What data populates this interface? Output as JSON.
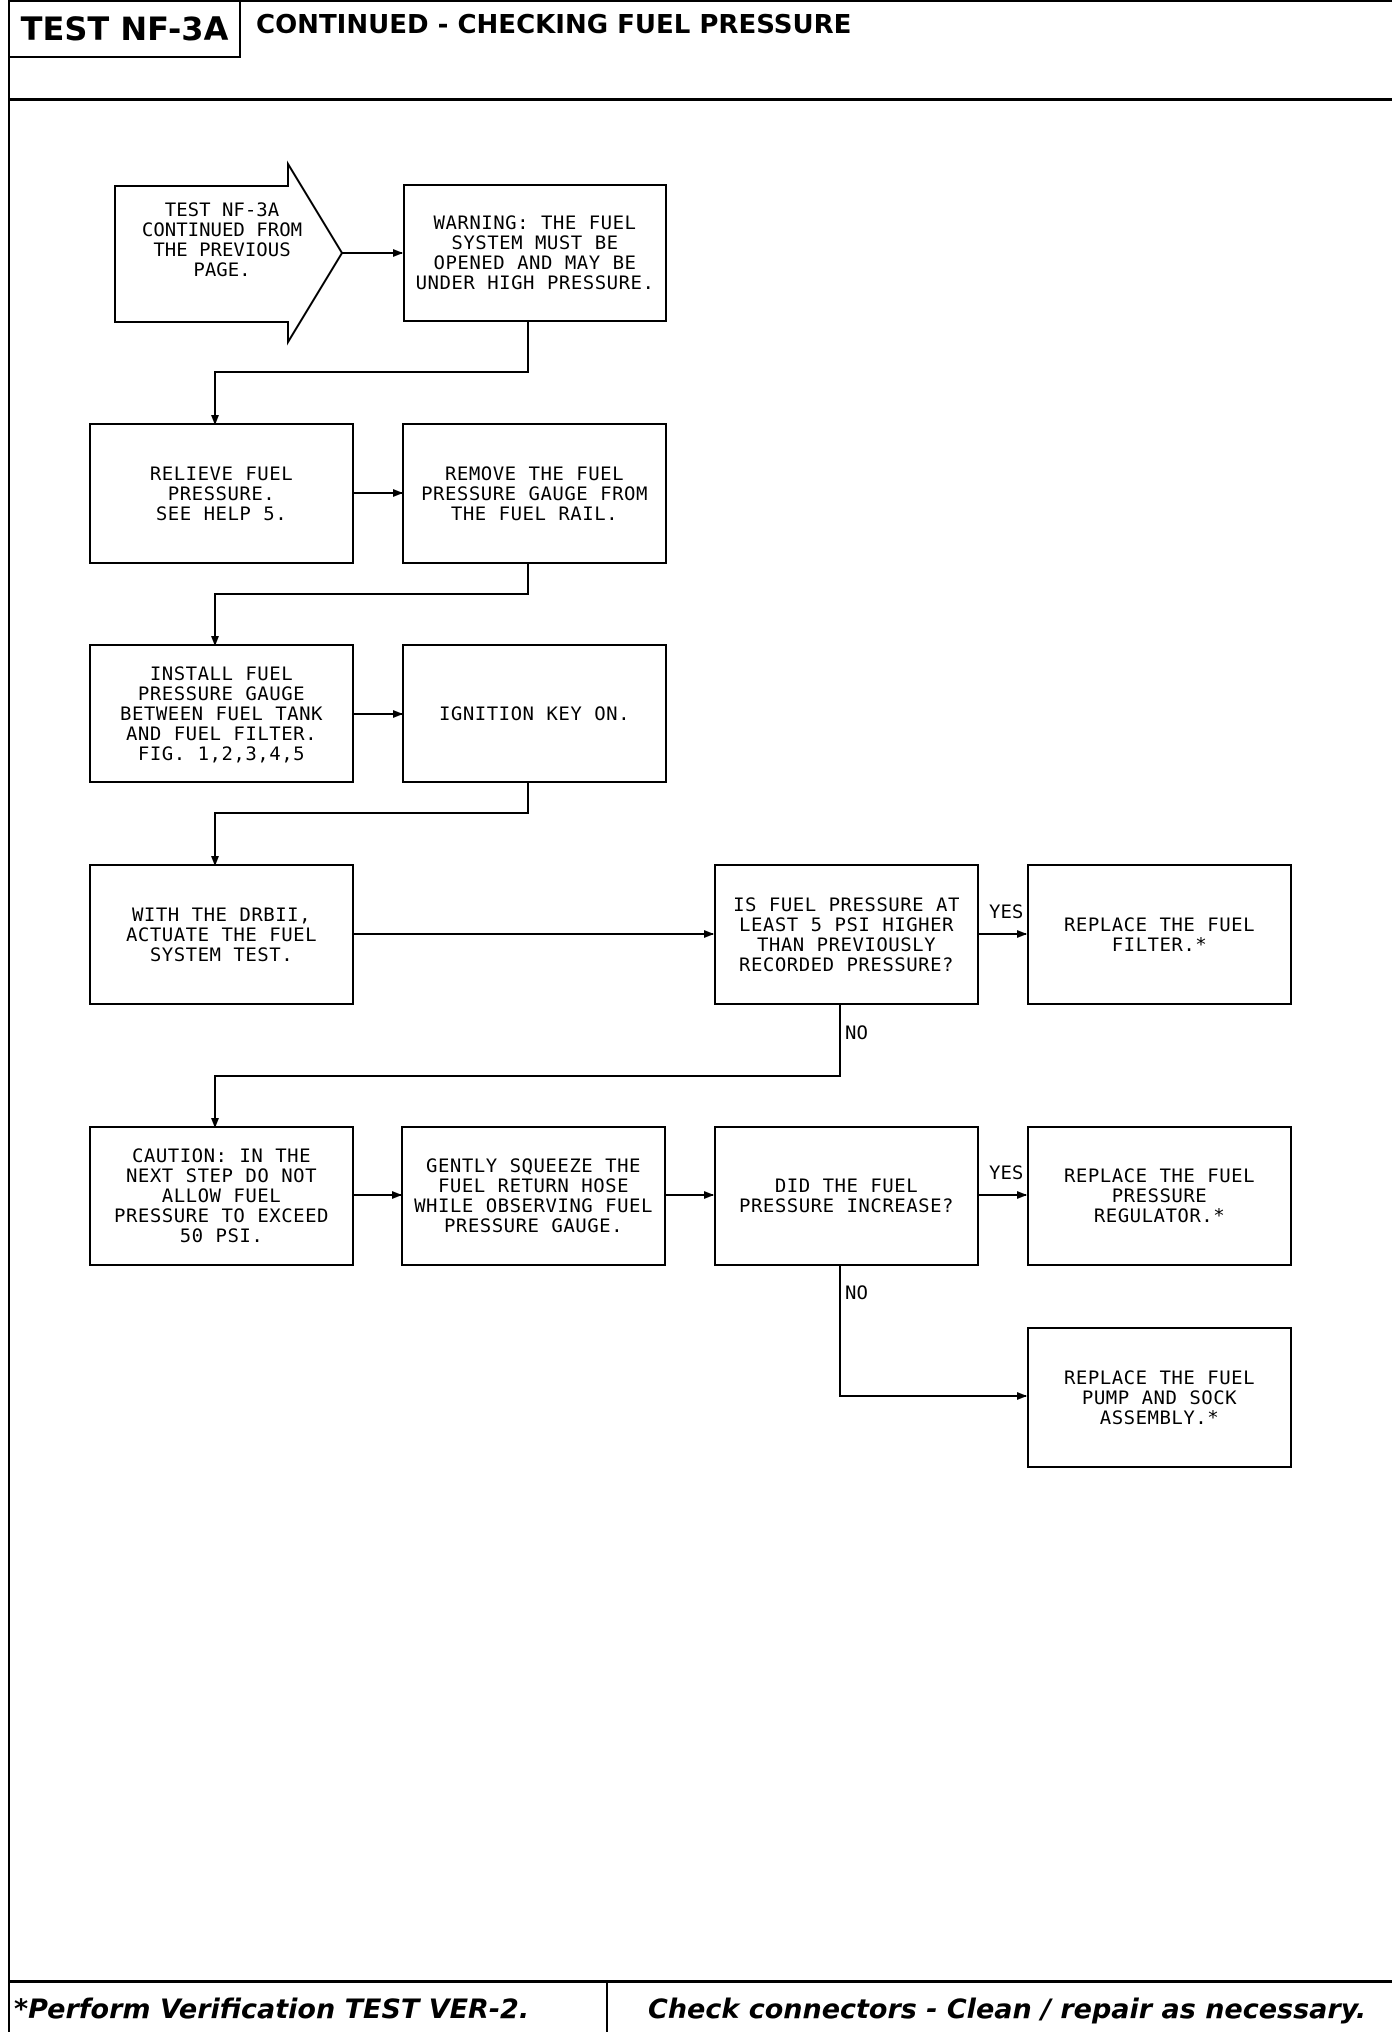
{
  "header": {
    "test_id": "TEST NF-3A",
    "title": "CONTINUED - CHECKING FUEL PRESSURE"
  },
  "flowchart": {
    "start": "TEST NF-3A\nCONTINUED FROM\nTHE PREVIOUS\nPAGE.",
    "warning": "WARNING: THE FUEL\nSYSTEM MUST BE\nOPENED AND MAY BE\nUNDER HIGH PRESSURE.",
    "relieve": "RELIEVE FUEL\nPRESSURE.\nSEE HELP 5.",
    "remove_gauge": "REMOVE THE FUEL\nPRESSURE GAUGE FROM\nTHE FUEL RAIL.",
    "install_gauge": "INSTALL FUEL\nPRESSURE GAUGE\nBETWEEN FUEL TANK\nAND FUEL FILTER.\nFIG. 1,2,3,4,5",
    "ignition": "IGNITION KEY ON.",
    "actuate": "WITH THE DRBII,\nACTUATE THE FUEL\nSYSTEM TEST.",
    "decision_1": "IS FUEL PRESSURE AT\nLEAST 5 PSI HIGHER\nTHAN PREVIOUSLY\nRECORDED PRESSURE?",
    "replace_filter": "REPLACE THE FUEL\nFILTER.*",
    "caution": "CAUTION:  IN THE\nNEXT STEP DO NOT\nALLOW FUEL\nPRESSURE TO EXCEED\n50 PSI.",
    "squeeze": "GENTLY SQUEEZE THE\nFUEL RETURN HOSE\nWHILE OBSERVING FUEL\nPRESSURE GAUGE.",
    "decision_2": "DID THE FUEL\nPRESSURE INCREASE?",
    "replace_regulator": "REPLACE THE FUEL\nPRESSURE\nREGULATOR.*",
    "replace_pump": "REPLACE THE FUEL\nPUMP AND SOCK\nASSEMBLY.*",
    "yes_1": "YES",
    "no_1": "NO",
    "yes_2": "YES",
    "no_2": "NO"
  },
  "footer": {
    "left": "*Perform Verification TEST VER-2.",
    "right": "Check connectors - Clean / repair as necessary."
  }
}
